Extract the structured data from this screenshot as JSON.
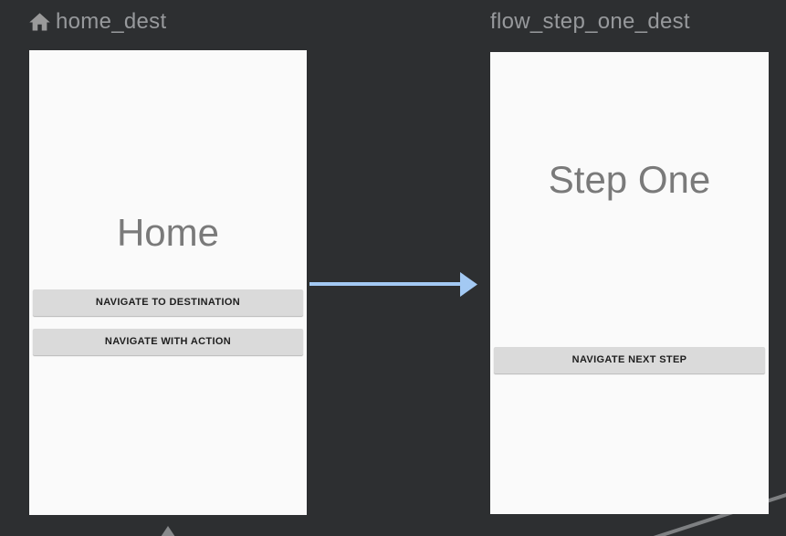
{
  "editor": {
    "background_color": "#2d2f31",
    "card_color": "#fafafa",
    "action_edge_color": "#a3c9f3",
    "inactive_edge_color": "#7e8082"
  },
  "icons": {
    "start_destination": "home-icon"
  },
  "destinations": [
    {
      "name": "home_dest",
      "start_destination": true,
      "preview": {
        "title": "Home",
        "buttons": [
          {
            "label": "NAVIGATE TO DESTINATION"
          },
          {
            "label": "NAVIGATE WITH ACTION"
          }
        ]
      }
    },
    {
      "name": "flow_step_one_dest",
      "start_destination": false,
      "preview": {
        "title": "Step One",
        "buttons": [
          {
            "label": "NAVIGATE NEXT STEP"
          }
        ]
      }
    }
  ]
}
